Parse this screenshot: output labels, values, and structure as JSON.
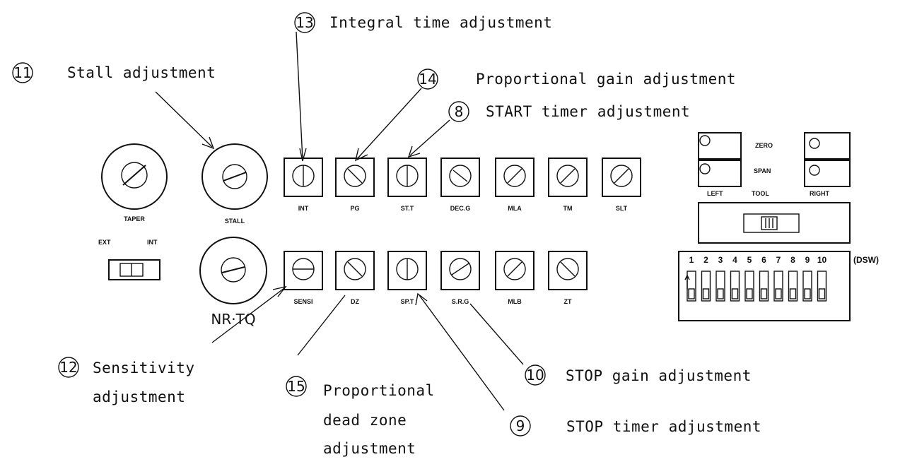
{
  "callouts": {
    "c13": {
      "num": "13",
      "text": "Integral time adjustment"
    },
    "c11": {
      "num": "11",
      "text": "Stall adjustment"
    },
    "c14": {
      "num": "14",
      "text": "Proportional gain adjustment"
    },
    "c8": {
      "num": "8",
      "text": "START timer adjustment"
    },
    "c12": {
      "num": "12",
      "line1": "Sensitivity",
      "line2": "adjustment"
    },
    "c15": {
      "num": "15",
      "line1": "Proportional",
      "line2": "dead zone",
      "line3": "adjustment"
    },
    "c10": {
      "num": "10",
      "text": "STOP gain adjustment"
    },
    "c9": {
      "num": "9",
      "text": "STOP timer adjustment"
    }
  },
  "knobs": {
    "taper": "TAPER",
    "stall": "STALL",
    "nr_tq": "NR·TQ"
  },
  "top_row": [
    "INT",
    "PG",
    "ST.T",
    "DEC.G",
    "MLA",
    "TM",
    "SLT"
  ],
  "bottom_row": [
    "SENSI",
    "DZ",
    "SP.T",
    "S.R.G",
    "MLB",
    "ZT"
  ],
  "switch": {
    "ext": "EXT",
    "int": "INT"
  },
  "right_panel": {
    "zero": "ZERO",
    "span": "SPAN",
    "left": "LEFT",
    "tool": "TOOL",
    "right": "RIGHT"
  },
  "dip": {
    "label": "(DSW)",
    "numbers": [
      "1",
      "2",
      "3",
      "4",
      "5",
      "6",
      "7",
      "8",
      "9",
      "10"
    ]
  }
}
